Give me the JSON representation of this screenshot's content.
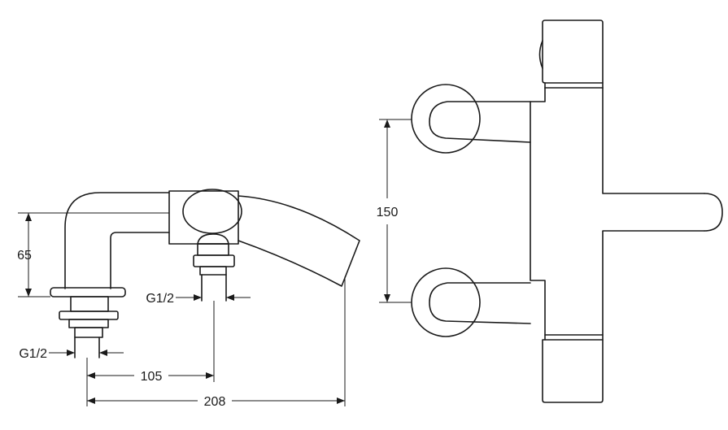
{
  "drawing": {
    "dimensions": {
      "height": "65",
      "thread_right": "G1/2",
      "thread_left": "G1/2",
      "spacing": "105",
      "overall": "208",
      "inlet_centres": "150"
    }
  }
}
